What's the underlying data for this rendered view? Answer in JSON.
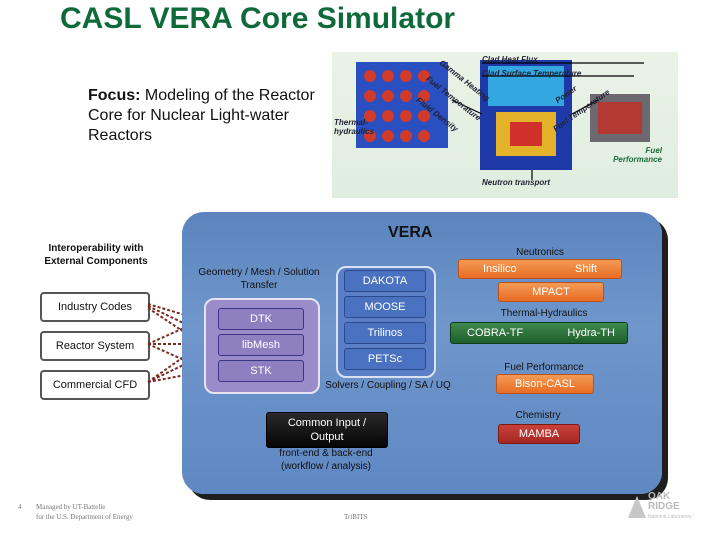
{
  "title": "CASL VERA Core Simulator",
  "focus": {
    "label": "Focus:",
    "text": "Modeling of the Reactor Core for Nuclear Light-water Reactors"
  },
  "figure": {
    "labels": {
      "clad_heat_flux": "Clad Heat Flux",
      "clad_surface_temp": "Clad Surface Temperature",
      "thermal_hydraulics": "Thermal-hydraulics",
      "gamma_heating": "Gamma Heating",
      "fuel_temperature_left": "Fuel Temperature",
      "fluid_density": "Fluid Density",
      "power": "Power",
      "fuel_temperature_right": "Fuel Temperature",
      "fuel_performance": "Fuel Performance",
      "neutron_transport": "Neutron transport"
    }
  },
  "vera": {
    "title": "VERA",
    "interop_title": "Interoperability with External Components",
    "external": [
      "Industry Codes",
      "Reactor System",
      "Commercial CFD"
    ],
    "geometry_title": "Geometry / Mesh / Solution Transfer",
    "geometry_items": [
      "DTK",
      "libMesh",
      "STK"
    ],
    "solvers_items": [
      "DAKOTA",
      "MOOSE",
      "Trilinos",
      "PETSc"
    ],
    "solvers_title": "Solvers / Coupling / SA / UQ",
    "neutronics": {
      "title": "Neutronics",
      "items": [
        "Insilico",
        "Shift",
        "MPACT"
      ]
    },
    "thermal_hydraulics": {
      "title": "Thermal-Hydraulics",
      "items": [
        "COBRA-TF",
        "Hydra-TH"
      ]
    },
    "fuel_performance": {
      "title": "Fuel Performance",
      "items": [
        "Bison-CASL"
      ]
    },
    "chemistry": {
      "title": "Chemistry",
      "items": [
        "MAMBA"
      ]
    },
    "common_io": {
      "line1": "Common Input /",
      "line2": "Output",
      "sub1": "front-end & back-end",
      "sub2": "(workflow / analysis)"
    }
  },
  "footer": {
    "page_number": "4",
    "line1": "Managed by UT-Battelle",
    "line2": "for the U.S. Department of Energy",
    "center": "TriBITS",
    "logo_text1": "OAK",
    "logo_text2": "RIDGE",
    "logo_text3": "National Laboratory"
  },
  "colors": {
    "title": "#0f6a3a",
    "vera_panel": "#6f97cc",
    "orange_box": "#e86c24",
    "green_box": "#1d5e2b",
    "red_box": "#a52722"
  }
}
